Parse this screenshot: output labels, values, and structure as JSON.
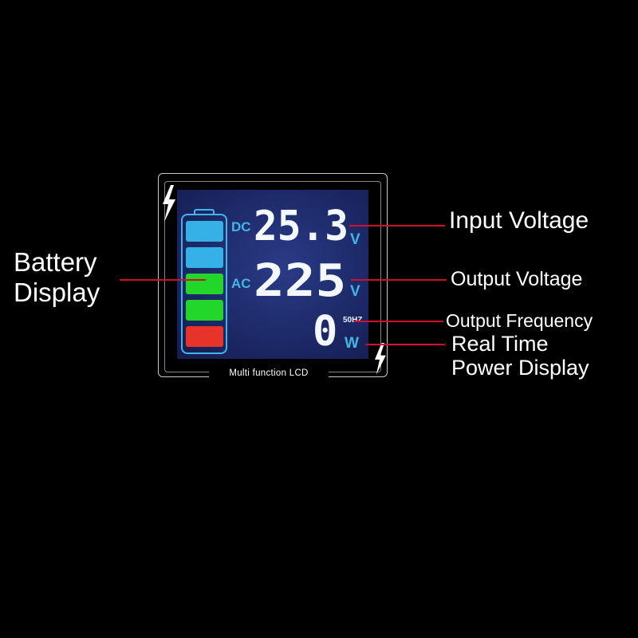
{
  "device": {
    "caption": "Multi function LCD",
    "battery": {
      "cells": [
        {
          "color": "#35b1e8"
        },
        {
          "color": "#35b1e8"
        },
        {
          "color": "#22d62a"
        },
        {
          "color": "#22d62a"
        },
        {
          "color": "#e8332a"
        }
      ]
    },
    "dc": {
      "tag": "DC",
      "value": "25.3",
      "unit": "V"
    },
    "ac": {
      "tag": "AC",
      "value": "225",
      "unit": "V"
    },
    "power": {
      "value": "0",
      "unit": "W",
      "frequency": "50HZ"
    }
  },
  "callouts": {
    "battery": "Battery\nDisplay",
    "input_voltage": "Input Voltage",
    "output_voltage": "Output Voltage",
    "output_frequency": "Output Frequency",
    "real_time_power": "Real Time\nPower Display"
  },
  "colors": {
    "accent": "#41b6e6",
    "line": "#d0102a",
    "screen": "#1c2866"
  },
  "icons": [
    "lightning-bolt-icon"
  ]
}
